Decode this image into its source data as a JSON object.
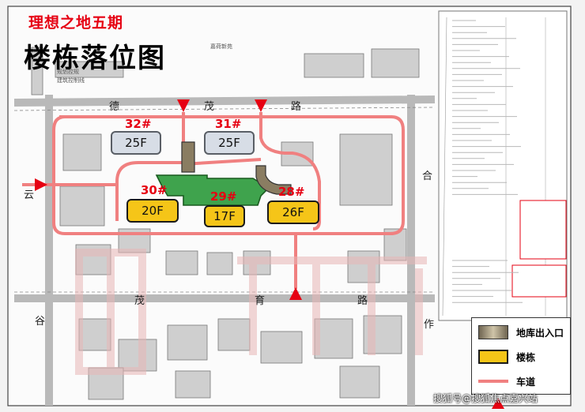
{
  "title": {
    "project": "理想之地五期",
    "heading": "楼栋落位图"
  },
  "streets": {
    "north_1": "德",
    "north_2": "茂",
    "north_3": "路",
    "west": "云",
    "east": "合",
    "south_1": "茂",
    "south_2": "育",
    "south_3": "路",
    "southwest": "谷",
    "southeast": "作"
  },
  "notes": {
    "top_left_1": "规划控规",
    "top_left_2": "建筑控制线",
    "top_center": "嘉荷新苑"
  },
  "buildings": [
    {
      "id": "bld-32",
      "number": "32#",
      "floors": "25F",
      "style": "grey"
    },
    {
      "id": "bld-31",
      "number": "31#",
      "floors": "25F",
      "style": "grey"
    },
    {
      "id": "bld-30",
      "number": "30#",
      "floors": "20F",
      "style": "yellow"
    },
    {
      "id": "bld-29",
      "number": "29#",
      "floors": "17F",
      "style": "yellow"
    },
    {
      "id": "bld-28",
      "number": "28#",
      "floors": "26F",
      "style": "yellow"
    }
  ],
  "legend": {
    "garage": "地库出入口",
    "building": "楼栋",
    "road": "车道"
  },
  "colors": {
    "road": "#f08080",
    "building_fill": "#f5c518",
    "garage_fill": "#8a7d62",
    "highlight": "#e60012",
    "green": "#3fa34d"
  },
  "watermark": "搜狐号@搜狐焦点嘉兴站"
}
